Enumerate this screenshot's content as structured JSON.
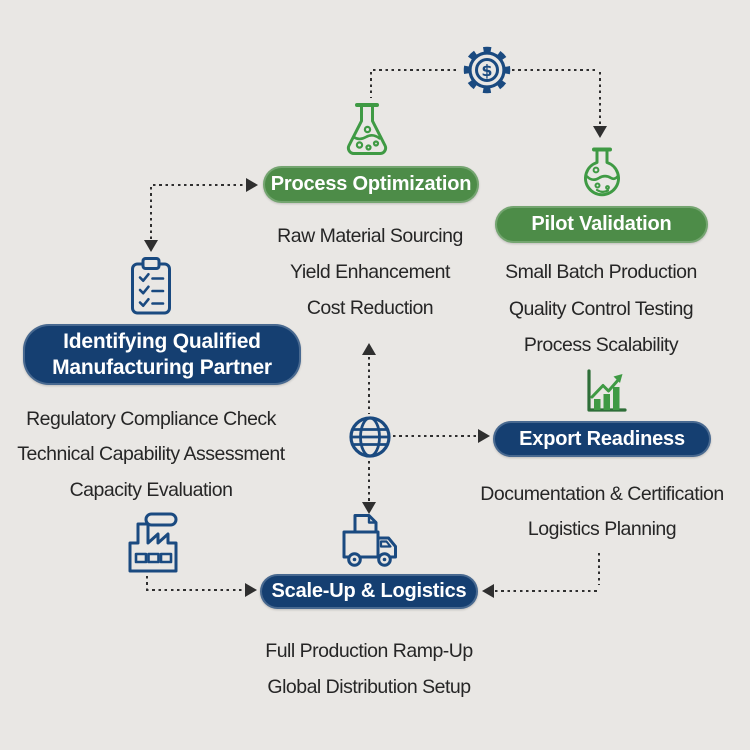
{
  "page": {
    "bg": "#e9e7e4"
  },
  "colors": {
    "page_bg": "#e9e7e4",
    "green_pill": "#4d8c48",
    "blue_pill": "#153f71",
    "icon_blue": "#1a4a80",
    "icon_green": "#3f9a44",
    "body_text": "#262626",
    "connector": "#2f2f2f"
  },
  "gear_symbol": "$",
  "stages": [
    {
      "id": "partner",
      "label": "Identifying Qualified Manufacturing Partner",
      "color": "blue",
      "icon": "clipboard-checklist-icon",
      "items": [
        "Regulatory Compliance Check",
        "Technical Capability Assessment",
        "Capacity Evaluation"
      ]
    },
    {
      "id": "process-optimization",
      "label": "Process Optimization",
      "color": "green",
      "icon": "erlenmeyer-flask-icon",
      "items": [
        "Raw Material Sourcing",
        "Yield Enhancement",
        "Cost Reduction"
      ]
    },
    {
      "id": "pilot-validation",
      "label": "Pilot Validation",
      "color": "green",
      "icon": "round-flask-icon",
      "items": [
        "Small Batch Production",
        "Quality Control Testing",
        "Process Scalability"
      ]
    },
    {
      "id": "export-readiness",
      "label": "Export Readiness",
      "color": "blue",
      "icon": "growth-chart-icon",
      "items": [
        "Documentation & Certification",
        "Logistics Planning"
      ]
    },
    {
      "id": "scale-up-logistics",
      "label": "Scale-Up & Logistics",
      "color": "blue",
      "icon": "truck-document-icon",
      "items": [
        "Full Production Ramp-Up",
        "Global Distribution Setup"
      ]
    }
  ],
  "floating_icons": [
    "gear-dollar-icon",
    "globe-icon",
    "factory-icon"
  ]
}
